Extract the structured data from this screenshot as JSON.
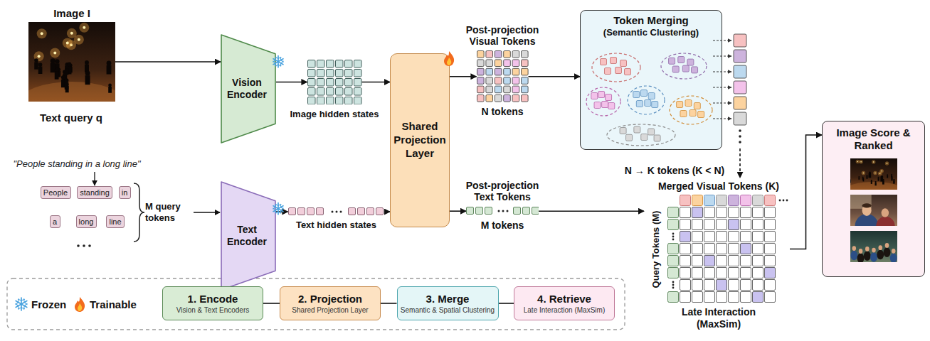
{
  "diagram": {
    "nodes": [
      {
        "text": [
          "Image I"
        ]
      },
      {
        "text": [
          "Vision Encoder"
        ]
      },
      {
        "text": [
          "Image hidden states"
        ]
      },
      {
        "text": [
          "Shared Projection Layer"
        ]
      },
      {
        "text": [
          "Post-projection Visual Tokens",
          "N tokens"
        ]
      },
      {
        "text": [
          "Token Merging",
          "(Semantic Clustering)"
        ]
      },
      {
        "text": [
          "Image Score & Ranked"
        ]
      },
      {
        "text": [
          "People"
        ]
      },
      {
        "text": [
          "standing"
        ]
      },
      {
        "text": [
          "in"
        ]
      },
      {
        "text": [
          "a"
        ]
      },
      {
        "text": [
          "long"
        ]
      },
      {
        "text": [
          "line"
        ]
      },
      {
        "text": [
          "Text Encoder"
        ]
      },
      {
        "text": [
          "Text hidden states"
        ]
      },
      {
        "text": [
          "Post-projection Text Tokens",
          "M tokens"
        ]
      },
      {
        "text": [
          "Merged Visual Tokens (K)",
          "Query Tokens (M)",
          "Late Interaction (MaxSim)"
        ]
      },
      {
        "text": [
          "1. Encode",
          "Vision & Text Encoders"
        ]
      },
      {
        "text": [
          "2. Projection",
          "Shared Projection Layer"
        ]
      },
      {
        "text": [
          "3. Merge",
          "Semantic & Spatial Clustering"
        ]
      },
      {
        "text": [
          "4. Retrieve",
          "Late Interaction (MaxSim)"
        ]
      }
    ],
    "edges": [
      {
        "from": 0,
        "to": 1,
        "arrow": "to"
      },
      {
        "from": 1,
        "to": 2,
        "arrow": "to"
      },
      {
        "from": 2,
        "to": 3,
        "arrow": "to"
      },
      {
        "from": 3,
        "to": 4,
        "arrow": "to"
      },
      {
        "from": 4,
        "to": 5,
        "arrow": "to"
      },
      {
        "from": 5,
        "to": 16,
        "arrow": "to"
      },
      {
        "from": 16,
        "to": 6,
        "arrow": "to"
      },
      {
        "from": 13,
        "to": 14,
        "arrow": "to"
      },
      {
        "from": 14,
        "to": 3,
        "arrow": "to"
      },
      {
        "from": 3,
        "to": 15,
        "arrow": "to"
      },
      {
        "from": 15,
        "to": 16,
        "arrow": "to"
      },
      {
        "from": 17,
        "to": 18,
        "arrow": "none"
      },
      {
        "from": 18,
        "to": 19,
        "arrow": "none"
      },
      {
        "from": 19,
        "to": 20,
        "arrow": "none"
      }
    ],
    "labels": [
      "Text query q",
      "\"People standing in a long line\"",
      "M query tokens",
      "N → K tokens (K < N)"
    ],
    "legend": [
      {
        "text": "Frozen"
      },
      {
        "text": "Trainable"
      }
    ]
  }
}
